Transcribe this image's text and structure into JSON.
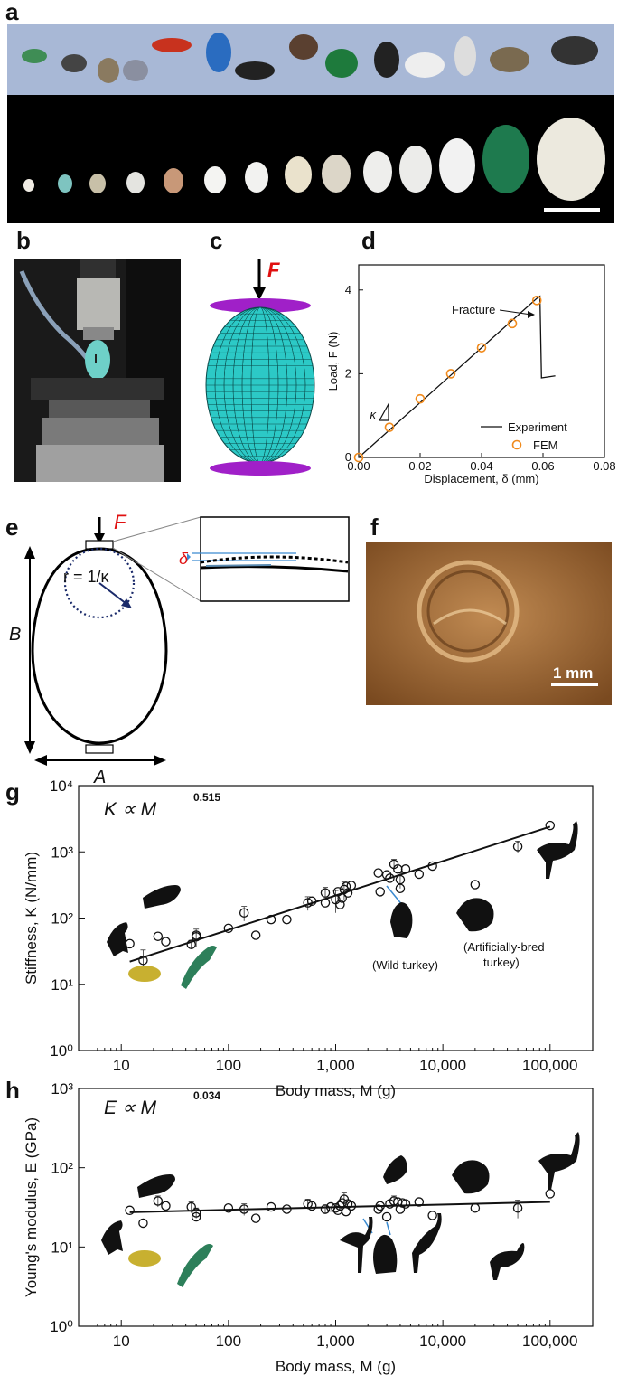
{
  "panels": {
    "a": {
      "label": "a"
    },
    "b": {
      "label": "b"
    },
    "c": {
      "label": "c",
      "force": "F"
    },
    "d": {
      "label": "d"
    },
    "e": {
      "label": "e",
      "force": "F",
      "radius": "r = 1/κ",
      "delta": "δ",
      "axis_b": "B",
      "axis_a": "A"
    },
    "f": {
      "label": "f",
      "scale": "1 mm"
    },
    "g": {
      "label": "g",
      "law_prefix": "K ∝ M",
      "law_exp": "0.515",
      "wild": "(Wild turkey)",
      "bred1": "(Artificially-bred",
      "bred2": "turkey)"
    },
    "h": {
      "label": "h",
      "law_prefix": "E ∝ M",
      "law_exp": "0.034"
    }
  },
  "colors": {
    "egg_mesh": "#2cc9c6",
    "plate": "#a020c8",
    "fem": "#f08a1c",
    "sky": "#a8b8d6",
    "dark_bg": "#000000",
    "red_label": "#e01010",
    "tan": "#a8743e"
  },
  "chart_data": [
    {
      "id": "d",
      "type": "line",
      "xlabel": "Displacement, δ (mm)",
      "ylabel": "Load, F (N)",
      "xlim": [
        0,
        0.08
      ],
      "ylim": [
        0,
        4.6
      ],
      "xticks": [
        "0.00",
        "0.02",
        "0.04",
        "0.06",
        "0.08"
      ],
      "xtick_values": [
        0,
        0.02,
        0.04,
        0.06,
        0.08
      ],
      "yticks": [
        "0",
        "2",
        "4"
      ],
      "ytick_values": [
        0,
        2,
        4
      ],
      "series": [
        {
          "name": "Experiment",
          "kind": "line",
          "x": [
            0.0,
            0.058,
            0.059,
            0.0595,
            0.064
          ],
          "y": [
            0.0,
            3.8,
            3.85,
            1.9,
            1.95
          ]
        },
        {
          "name": "FEM",
          "kind": "marker",
          "x": [
            0.0,
            0.01,
            0.02,
            0.03,
            0.04,
            0.05,
            0.058
          ],
          "y": [
            0.0,
            0.72,
            1.4,
            2.0,
            2.62,
            3.2,
            3.75
          ]
        }
      ],
      "annotations": {
        "fracture": "Fracture",
        "kappa": "κ"
      }
    },
    {
      "id": "g",
      "type": "scatter",
      "xscale": "log",
      "yscale": "log",
      "xlabel": "Body mass, M (g)",
      "ylabel": "Stiffness, K (N/mm)",
      "xlim": [
        4,
        250000
      ],
      "ylim": [
        1,
        10000
      ],
      "xticks": [
        "10",
        "100",
        "1,000",
        "10,000",
        "100,000"
      ],
      "xtick_values": [
        10,
        100,
        1000,
        10000,
        100000
      ],
      "yticks": [
        "10⁰",
        "10¹",
        "10²",
        "10³",
        "10⁴"
      ],
      "ytick_values": [
        1,
        10,
        100,
        1000,
        10000
      ],
      "fit": {
        "x": [
          12,
          100000
        ],
        "y": [
          22,
          2400
        ]
      },
      "points": [
        [
          12,
          41
        ],
        [
          16,
          23
        ],
        [
          22,
          53
        ],
        [
          26,
          44
        ],
        [
          45,
          40
        ],
        [
          50,
          52
        ],
        [
          50,
          55
        ],
        [
          100,
          70
        ],
        [
          140,
          120
        ],
        [
          180,
          55
        ],
        [
          250,
          95
        ],
        [
          350,
          95
        ],
        [
          550,
          170
        ],
        [
          600,
          180
        ],
        [
          800,
          240
        ],
        [
          800,
          170
        ],
        [
          1000,
          190
        ],
        [
          1050,
          250
        ],
        [
          1100,
          160
        ],
        [
          1150,
          200
        ],
        [
          1200,
          270
        ],
        [
          1250,
          300
        ],
        [
          1300,
          240
        ],
        [
          1400,
          310
        ],
        [
          2500,
          480
        ],
        [
          2600,
          250
        ],
        [
          3000,
          450
        ],
        [
          3200,
          400
        ],
        [
          3500,
          650
        ],
        [
          3800,
          550
        ],
        [
          4000,
          380
        ],
        [
          4000,
          280
        ],
        [
          4500,
          550
        ],
        [
          6000,
          460
        ],
        [
          8000,
          610
        ],
        [
          20000,
          320
        ],
        [
          50000,
          1200
        ],
        [
          100000,
          2500
        ]
      ],
      "error_points": [
        [
          16,
          10
        ],
        [
          45,
          6
        ],
        [
          50,
          16
        ],
        [
          140,
          30
        ],
        [
          550,
          40
        ],
        [
          800,
          50
        ],
        [
          1000,
          70
        ],
        [
          1200,
          80
        ],
        [
          3500,
          120
        ],
        [
          4000,
          100
        ],
        [
          50000,
          250
        ]
      ]
    },
    {
      "id": "h",
      "type": "scatter",
      "xscale": "log",
      "yscale": "log",
      "xlabel": "Body mass, M (g)",
      "ylabel": "Young's modulus, E (GPa)",
      "xlim": [
        4,
        250000
      ],
      "ylim": [
        1,
        1000
      ],
      "xticks": [
        "10",
        "100",
        "1,000",
        "10,000",
        "100,000"
      ],
      "xtick_values": [
        10,
        100,
        1000,
        10000,
        100000
      ],
      "yticks": [
        "10⁰",
        "10¹",
        "10²",
        "10³"
      ],
      "ytick_values": [
        1,
        10,
        100,
        1000
      ],
      "fit": {
        "x": [
          12,
          100000
        ],
        "y": [
          27.5,
          37.0
        ]
      },
      "points": [
        [
          12,
          29
        ],
        [
          16,
          20
        ],
        [
          22,
          38
        ],
        [
          26,
          33
        ],
        [
          45,
          32
        ],
        [
          50,
          27
        ],
        [
          50,
          24
        ],
        [
          100,
          31
        ],
        [
          140,
          30
        ],
        [
          180,
          23
        ],
        [
          250,
          32
        ],
        [
          350,
          30
        ],
        [
          550,
          35
        ],
        [
          600,
          33
        ],
        [
          800,
          30
        ],
        [
          900,
          32
        ],
        [
          1000,
          31
        ],
        [
          1050,
          29
        ],
        [
          1100,
          33
        ],
        [
          1150,
          36
        ],
        [
          1200,
          40
        ],
        [
          1250,
          28
        ],
        [
          1300,
          35
        ],
        [
          1400,
          33
        ],
        [
          2500,
          30
        ],
        [
          2600,
          33
        ],
        [
          3000,
          24
        ],
        [
          3200,
          35
        ],
        [
          3500,
          38
        ],
        [
          3800,
          37
        ],
        [
          4000,
          30
        ],
        [
          4200,
          36
        ],
        [
          4500,
          35
        ],
        [
          6000,
          37
        ],
        [
          8000,
          25
        ],
        [
          20000,
          31
        ],
        [
          50000,
          31
        ],
        [
          100000,
          47
        ]
      ],
      "error_points": [
        [
          22,
          6
        ],
        [
          45,
          5
        ],
        [
          50,
          4
        ],
        [
          140,
          5
        ],
        [
          550,
          5
        ],
        [
          800,
          4
        ],
        [
          1200,
          8
        ],
        [
          3500,
          6
        ],
        [
          50000,
          8
        ]
      ]
    }
  ]
}
